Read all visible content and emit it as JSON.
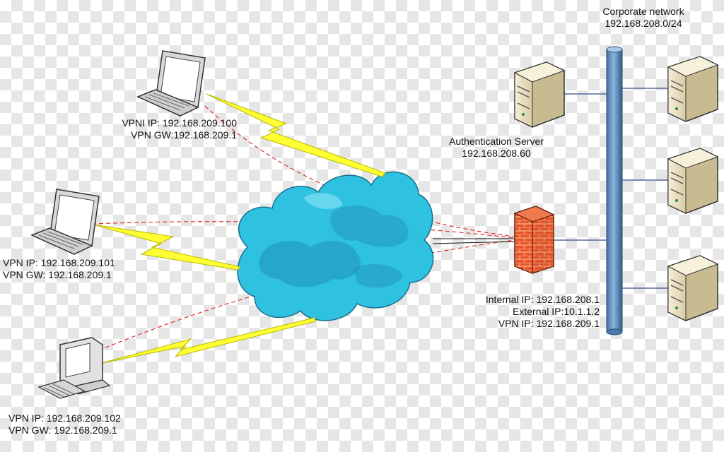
{
  "corporate_network": {
    "title": "Corporate network",
    "subnet": "192.168.208.0/24"
  },
  "laptop1": {
    "vpn_ip": "VPNI IP: 192.168.209.100",
    "vpn_gw": "VPN GW:192.168.209.1"
  },
  "laptop2": {
    "vpn_ip": "VPN IP: 192.168.209.101",
    "vpn_gw": "VPN GW: 192.168.209.1"
  },
  "desktop": {
    "vpn_ip": "VPN IP: 192.168.209.102",
    "vpn_gw": "VPN GW: 192.168.209.1"
  },
  "auth_server": {
    "name": "Authentication Server",
    "ip": "192.168.208.60"
  },
  "firewall": {
    "internal_ip": "Internal IP: 192.168.208.1",
    "external_ip": "External IP:10.1.1.2",
    "vpn_ip": "VPN IP: 192.168.209.1"
  },
  "colors": {
    "cloud": "#2fc2e0",
    "cloud_dark": "#1f8fb5",
    "backbone": "#5b8fc2",
    "lightning": "#ffff33",
    "vpn_line": "#e03030",
    "firewall": "#e8562a",
    "server": "#efe6c8"
  }
}
